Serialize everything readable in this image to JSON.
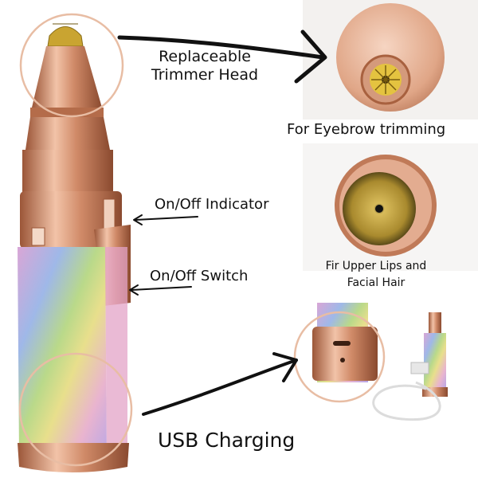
{
  "labels": {
    "trimmer_head": [
      "Replaceable",
      "Trimmer Head"
    ],
    "eyebrow": "For Eyebrow trimming",
    "indicator": "On/Off Indicator",
    "upper_lips": [
      "Fir Upper Lips and",
      "Facial Hair"
    ],
    "switch": "On/Off Switch",
    "usb": "USB Charging"
  },
  "colors": {
    "rose_gold": "#d99a7a",
    "rose_gold_dark": "#a8613f",
    "gold_head": "#c9a431",
    "ring_stroke": "#e8bda4",
    "arrow": "#111111"
  }
}
